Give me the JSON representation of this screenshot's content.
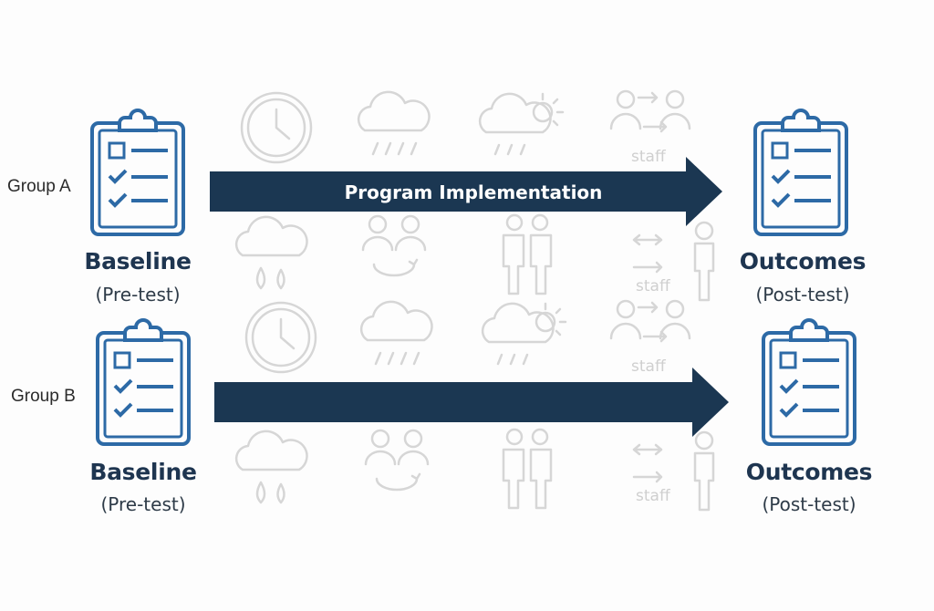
{
  "groups": [
    {
      "label": "Group A",
      "baseline_title": "Baseline",
      "baseline_sub": "(Pre-test)",
      "arrow_label": "Program Implementation",
      "outcome_title": "Outcomes",
      "outcome_sub": "(Post-test)"
    },
    {
      "label": "Group B",
      "baseline_title": "Baseline",
      "baseline_sub": "(Pre-test)",
      "arrow_label": "",
      "outcome_title": "Outcomes",
      "outcome_sub": "(Post-test)"
    }
  ],
  "background_icons": {
    "staff_label": "staff",
    "icons": [
      "clock-icon",
      "rain-cloud-icon",
      "sun-cloud-rain-icon",
      "staff-transfer-icon",
      "storm-cloud-icon",
      "people-exchange-icon",
      "two-people-icon",
      "staff-person-icon"
    ]
  },
  "colors": {
    "navy": "#1b3752",
    "clipboard_blue": "#2d6aa6",
    "faded_icon": "#d6d6d6"
  }
}
